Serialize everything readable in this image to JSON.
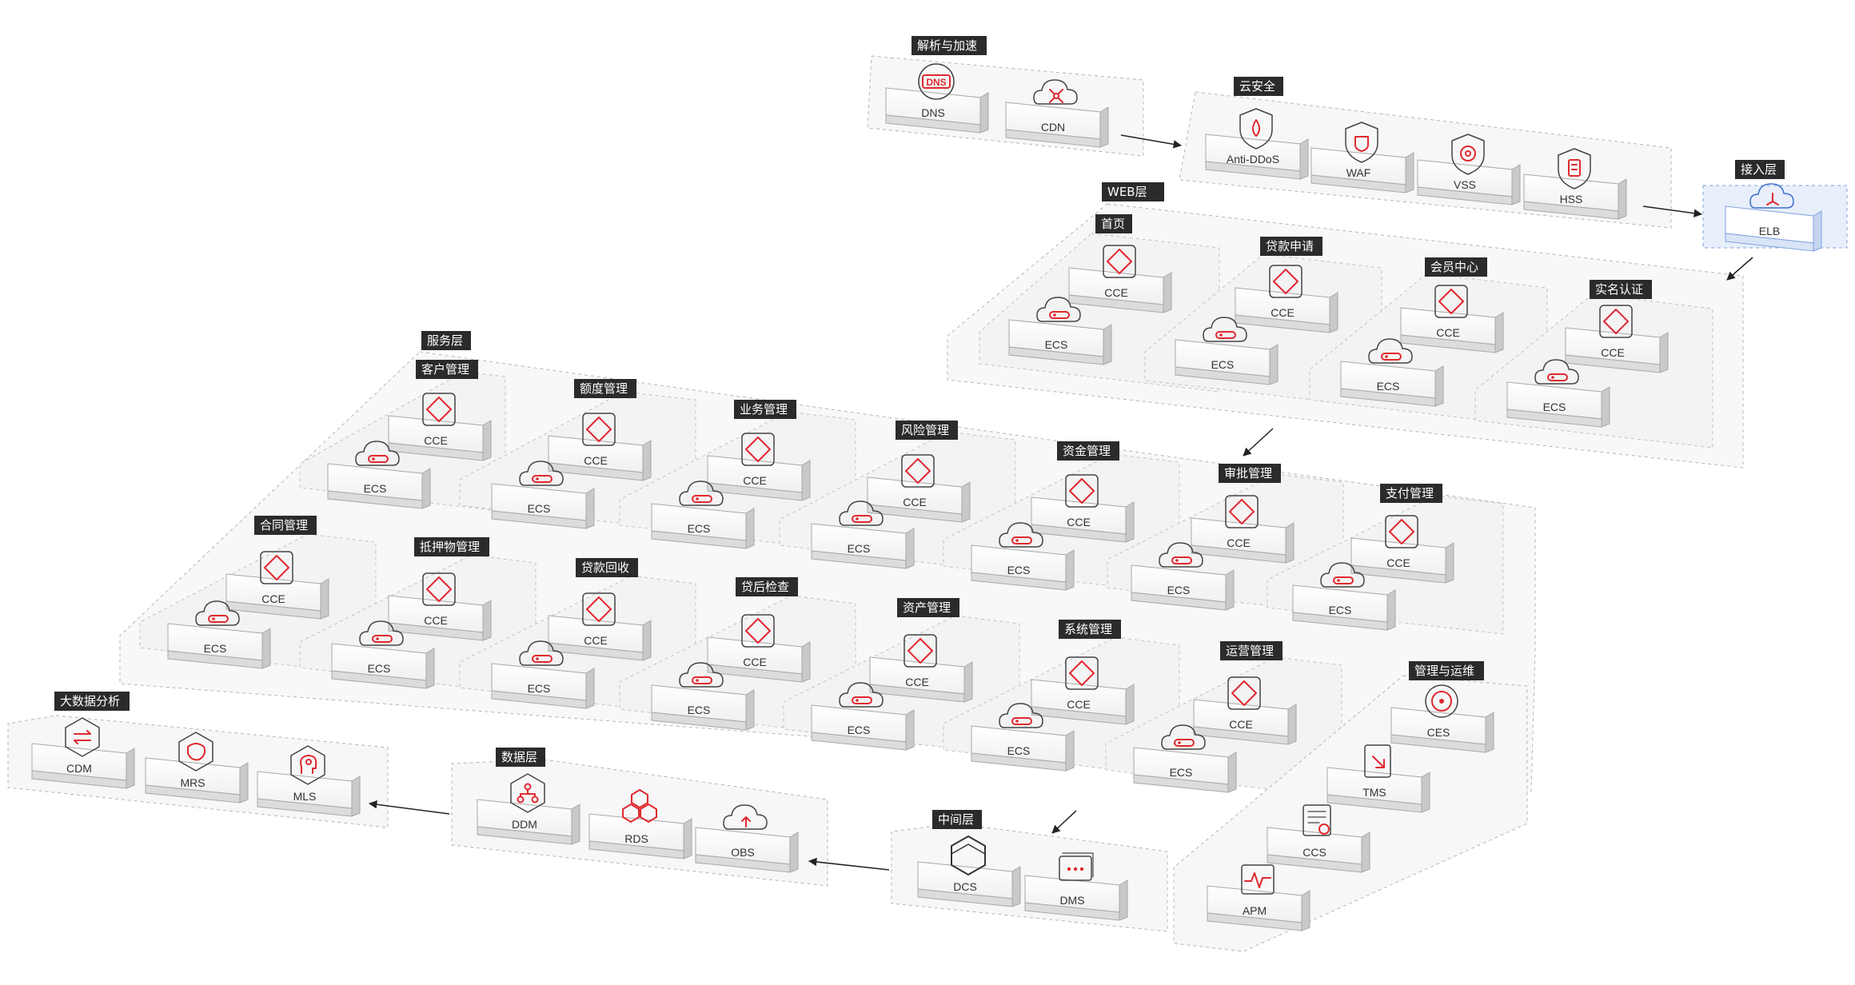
{
  "colors": {
    "accent": "#e0292f",
    "label_bg": "#2b2b2b",
    "panel_fill": "#f7f7f7",
    "panel_stroke": "#b5b5b5",
    "highlight_fill": "#e8effb",
    "highlight_stroke": "#7fa2dd",
    "highlight_icon": "#3d6fc9"
  },
  "groups": {
    "dns_group": "解析与加速",
    "security": "云安全",
    "access": "接入层",
    "web": "WEB层",
    "web_home": "首页",
    "web_loan_apply": "贷款申请",
    "web_member": "会员中心",
    "web_realname": "实名认证",
    "service": "服务层",
    "svc_customer": "客户管理",
    "svc_quota": "额度管理",
    "svc_business": "业务管理",
    "svc_risk": "风险管理",
    "svc_funds": "资金管理",
    "svc_approval": "审批管理",
    "svc_payment": "支付管理",
    "svc_contract": "合同管理",
    "svc_collateral": "抵押物管理",
    "svc_repay": "贷款回收",
    "svc_postloan": "贷后检查",
    "svc_asset": "资产管理",
    "svc_system": "系统管理",
    "svc_ops": "运营管理",
    "ops": "管理与运维",
    "middle": "中间层",
    "data": "数据层",
    "bigdata": "大数据分析"
  },
  "nodes": {
    "dns": "DNS",
    "dns_icon_text": "DNS",
    "cdn": "CDN",
    "antiddos": "Anti-DDoS",
    "waf": "WAF",
    "vss": "VSS",
    "hss": "HSS",
    "elb": "ELB",
    "cce": "CCE",
    "ecs": "ECS",
    "ces": "CES",
    "tms": "TMS",
    "ccs": "CCS",
    "apm": "APM",
    "dcs": "DCS",
    "dms": "DMS",
    "ddm": "DDM",
    "rds": "RDS",
    "obs": "OBS",
    "cdm": "CDM",
    "mrs": "MRS",
    "mls": "MLS"
  }
}
